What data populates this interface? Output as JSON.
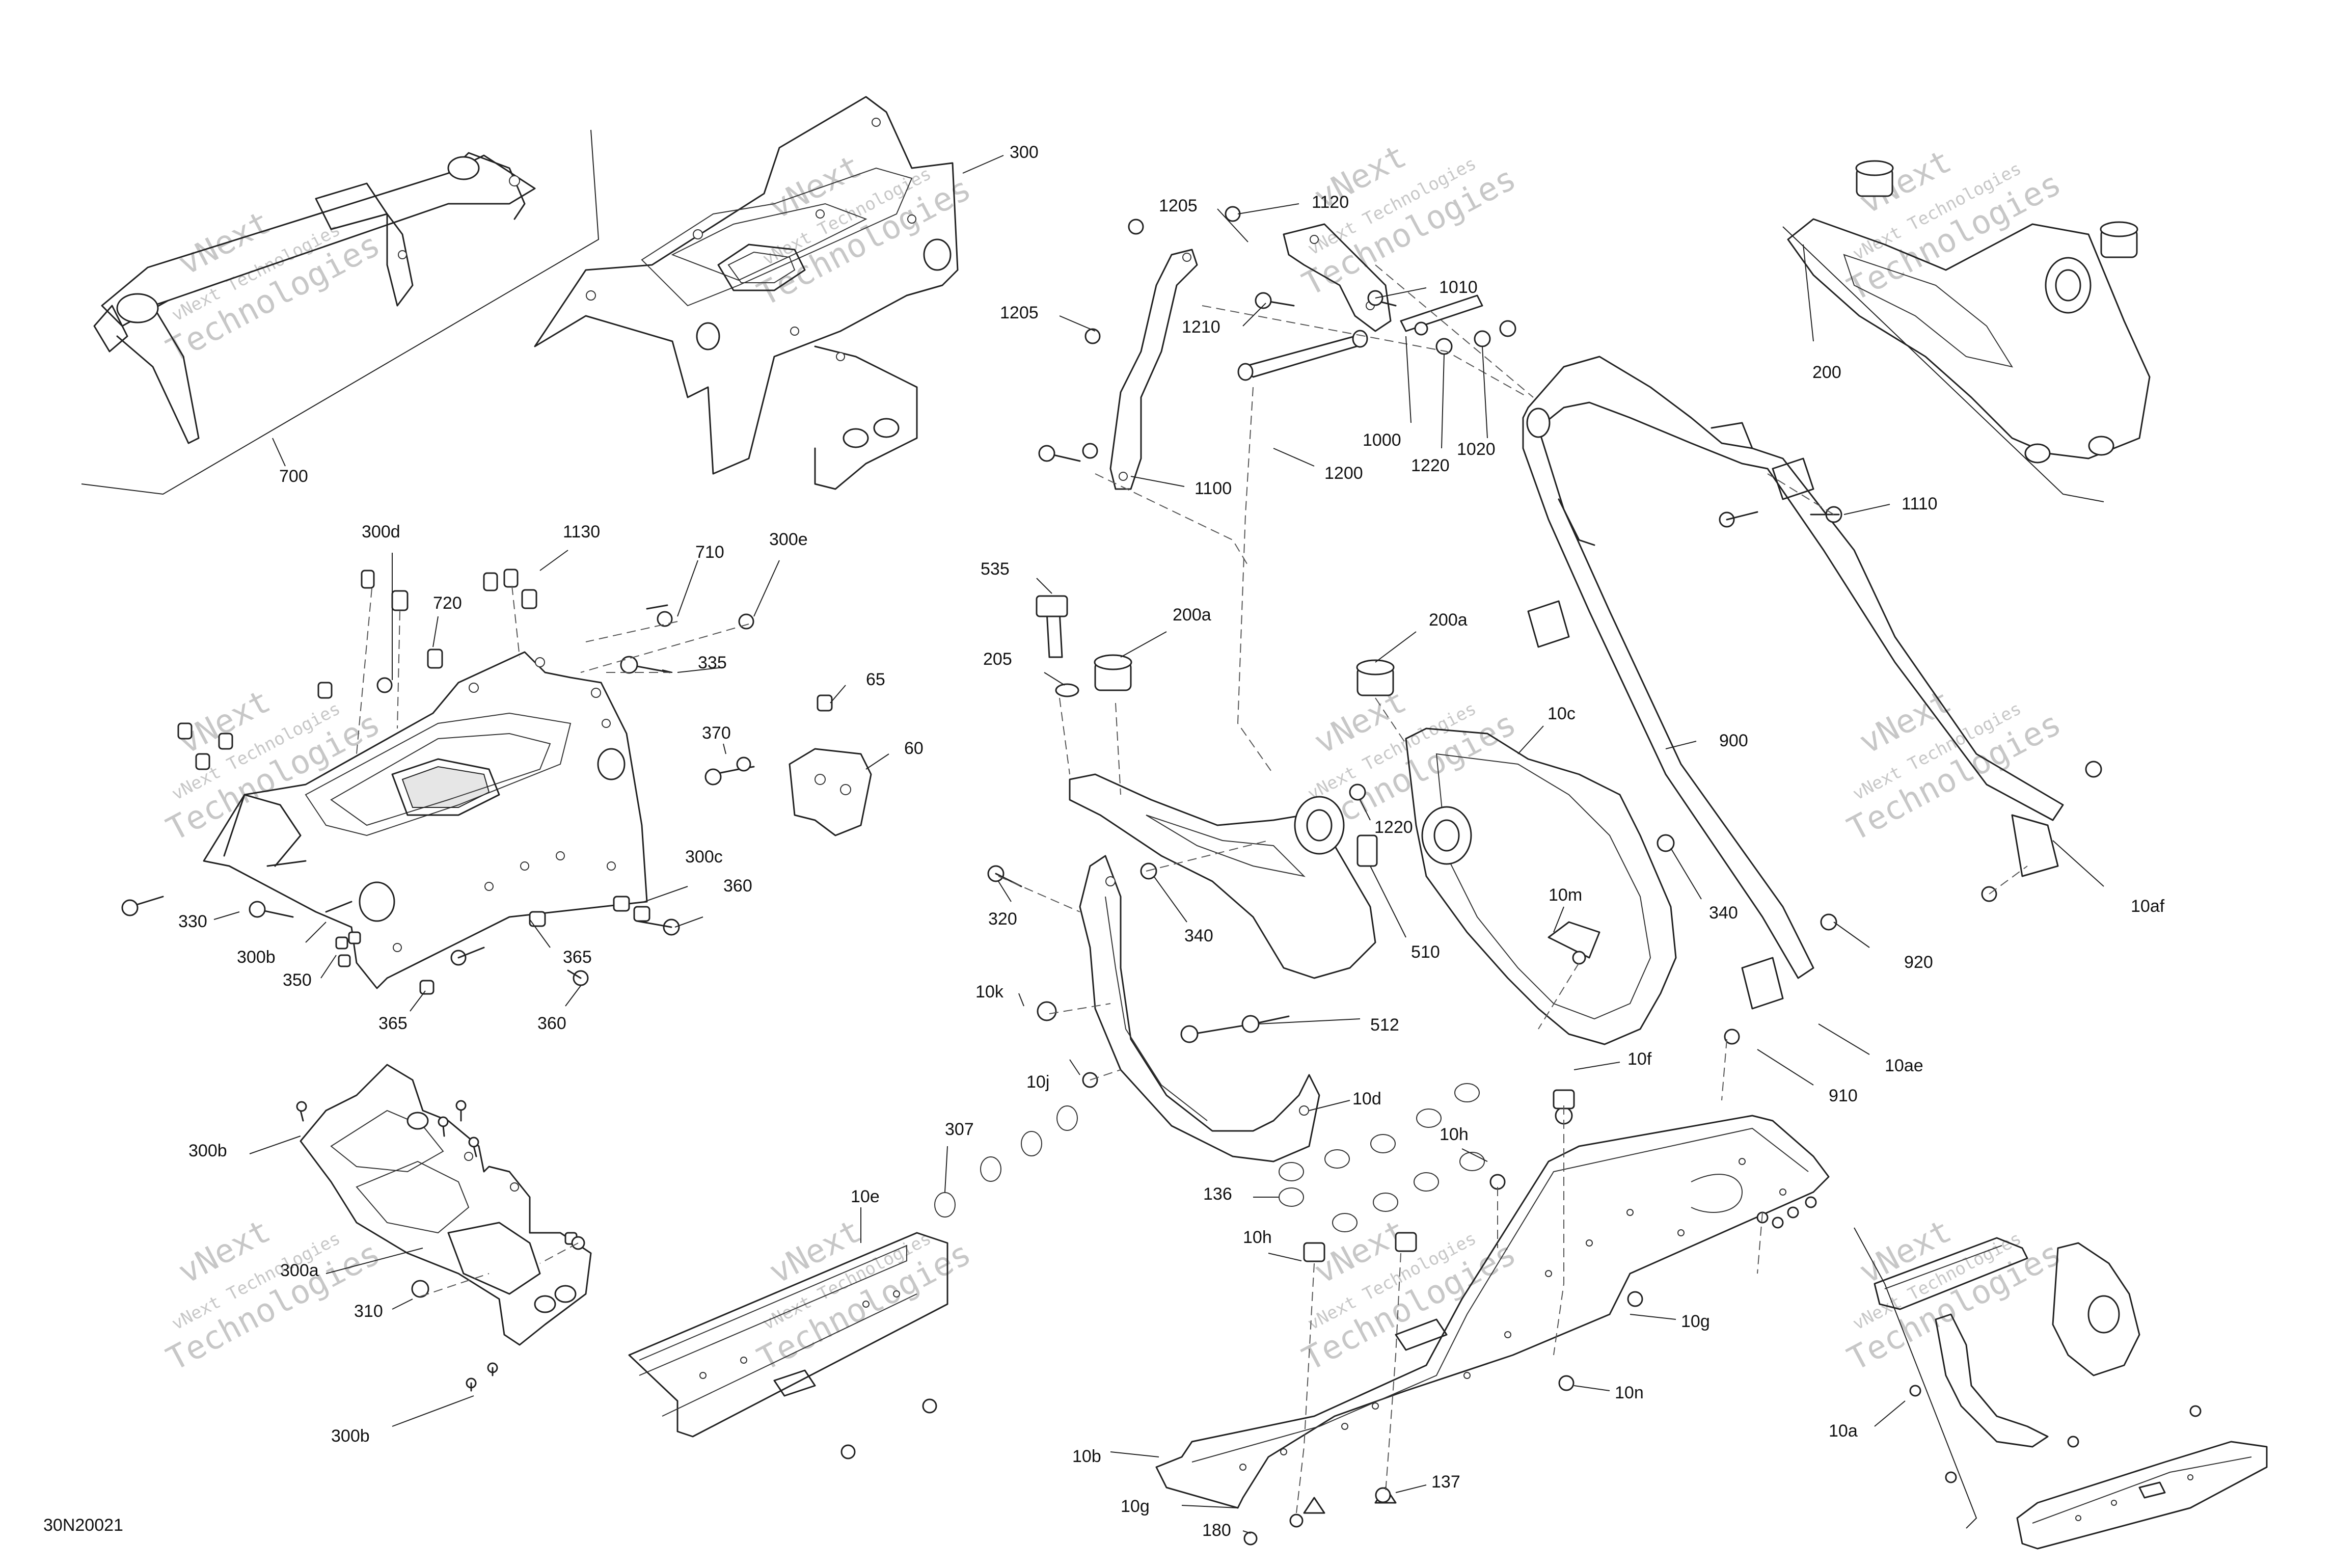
{
  "diagram": {
    "drawing_number": "30N20021",
    "watermark": {
      "line1": "vNext",
      "line2": "vNext Technologies",
      "line3": "Technologies"
    },
    "callouts": [
      {
        "id": "700",
        "label": "700"
      },
      {
        "id": "300",
        "label": "300"
      },
      {
        "id": "1205a",
        "label": "1205"
      },
      {
        "id": "1120",
        "label": "1120"
      },
      {
        "id": "1205b",
        "label": "1205"
      },
      {
        "id": "1210",
        "label": "1210"
      },
      {
        "id": "1010",
        "label": "1010"
      },
      {
        "id": "1000",
        "label": "1000"
      },
      {
        "id": "1220a",
        "label": "1220"
      },
      {
        "id": "1020",
        "label": "1020"
      },
      {
        "id": "1100",
        "label": "1100"
      },
      {
        "id": "1200",
        "label": "1200"
      },
      {
        "id": "200",
        "label": "200"
      },
      {
        "id": "1110",
        "label": "1110"
      },
      {
        "id": "300d",
        "label": "300d"
      },
      {
        "id": "1130",
        "label": "1130"
      },
      {
        "id": "710",
        "label": "710"
      },
      {
        "id": "300e",
        "label": "300e"
      },
      {
        "id": "720",
        "label": "720"
      },
      {
        "id": "335",
        "label": "335"
      },
      {
        "id": "65",
        "label": "65"
      },
      {
        "id": "370",
        "label": "370"
      },
      {
        "id": "60",
        "label": "60"
      },
      {
        "id": "300c",
        "label": "300c"
      },
      {
        "id": "360a",
        "label": "360"
      },
      {
        "id": "330",
        "label": "330"
      },
      {
        "id": "300b_top",
        "label": "300b"
      },
      {
        "id": "365a",
        "label": "365"
      },
      {
        "id": "350",
        "label": "350"
      },
      {
        "id": "365b",
        "label": "365"
      },
      {
        "id": "360b",
        "label": "360"
      },
      {
        "id": "535",
        "label": "535"
      },
      {
        "id": "205",
        "label": "205"
      },
      {
        "id": "200a_l",
        "label": "200a"
      },
      {
        "id": "200a_r",
        "label": "200a"
      },
      {
        "id": "10c",
        "label": "10c"
      },
      {
        "id": "900",
        "label": "900"
      },
      {
        "id": "1220b",
        "label": "1220"
      },
      {
        "id": "320",
        "label": "320"
      },
      {
        "id": "340a",
        "label": "340"
      },
      {
        "id": "510",
        "label": "510"
      },
      {
        "id": "10m",
        "label": "10m"
      },
      {
        "id": "340b",
        "label": "340"
      },
      {
        "id": "10af",
        "label": "10af"
      },
      {
        "id": "920",
        "label": "920"
      },
      {
        "id": "10k",
        "label": "10k"
      },
      {
        "id": "512",
        "label": "512"
      },
      {
        "id": "10ae",
        "label": "10ae"
      },
      {
        "id": "10j",
        "label": "10j"
      },
      {
        "id": "10f",
        "label": "10f"
      },
      {
        "id": "910",
        "label": "910"
      },
      {
        "id": "10d",
        "label": "10d"
      },
      {
        "id": "307",
        "label": "307"
      },
      {
        "id": "10h_a",
        "label": "10h"
      },
      {
        "id": "300b_mid",
        "label": "300b"
      },
      {
        "id": "136",
        "label": "136"
      },
      {
        "id": "10e",
        "label": "10e"
      },
      {
        "id": "10h_b",
        "label": "10h"
      },
      {
        "id": "300a",
        "label": "300a"
      },
      {
        "id": "310",
        "label": "310"
      },
      {
        "id": "10g_a",
        "label": "10g"
      },
      {
        "id": "10n",
        "label": "10n"
      },
      {
        "id": "300b_bot",
        "label": "300b"
      },
      {
        "id": "10a",
        "label": "10a"
      },
      {
        "id": "10b",
        "label": "10b"
      },
      {
        "id": "137",
        "label": "137"
      },
      {
        "id": "10g_b",
        "label": "10g"
      },
      {
        "id": "180",
        "label": "180"
      }
    ]
  }
}
